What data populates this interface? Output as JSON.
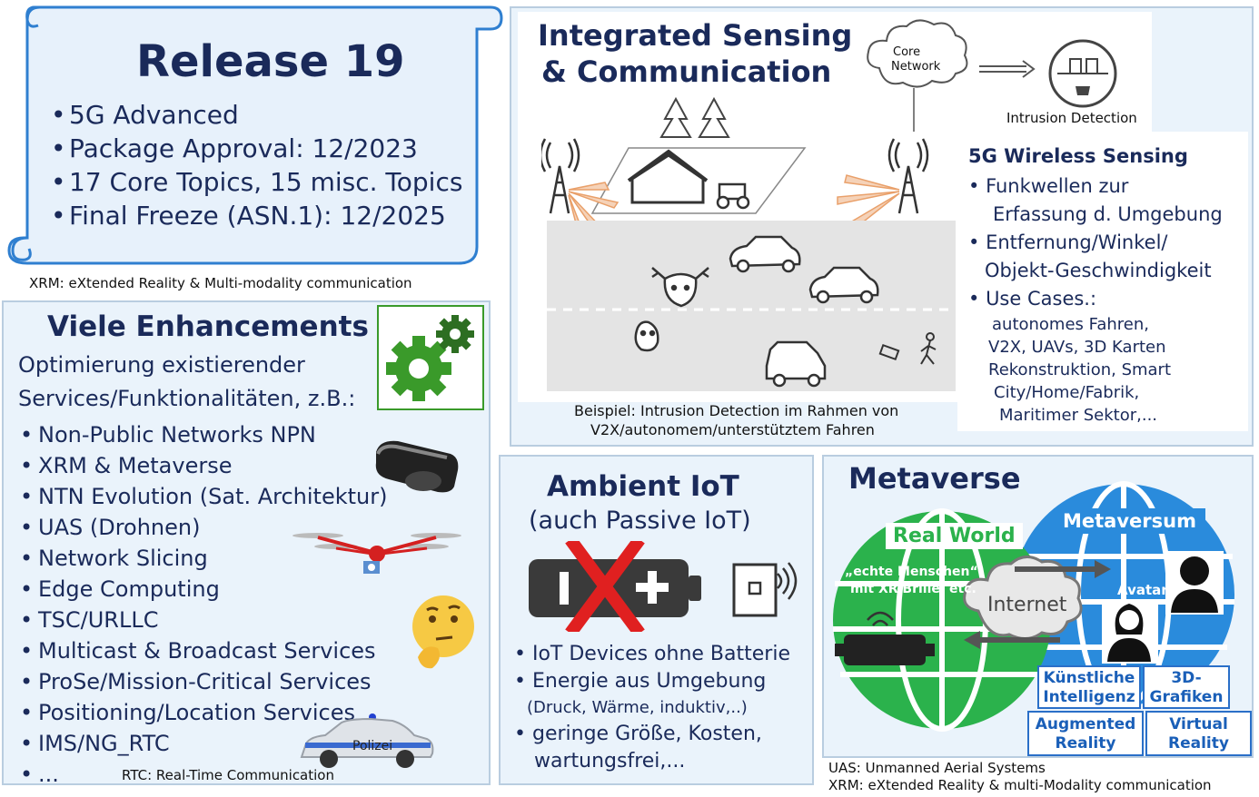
{
  "release": {
    "title": "Release 19",
    "items": [
      "5G Advanced",
      "Package Approval: 12/2023",
      "17 Core Topics, 15 misc. Topics",
      "Final Freeze (ASN.1): 12/2025"
    ]
  },
  "footnote_xrm_top": "XRM: eXtended Reality & Multi-modality communication",
  "enhancements": {
    "title": "Viele Enhancements",
    "subtitle_line1": "Optimierung existierender",
    "subtitle_line2": "Services/Funktionalitäten, z.B.:",
    "items": [
      "Non-Public Networks NPN",
      "XRM & Metaverse",
      "NTN Evolution (Sat. Architektur)",
      "UAS (Drohnen)",
      "Network Slicing",
      "Edge Computing",
      "TSC/URLLC",
      "Multicast & Broadcast Services",
      "ProSe/Mission-Critical Services",
      "Positioning/Location Services",
      "IMS/NG_RTC",
      "..."
    ],
    "police_label": "Polizei",
    "footnote": "RTC: Real-Time Communication"
  },
  "isac": {
    "title_line1": "Integrated Sensing",
    "title_line2": "& Communication",
    "cloud_label_line1": "Core",
    "cloud_label_line2": "Network",
    "intrusion_label": "Intrusion Detection",
    "wireless_title": "5G Wireless Sensing",
    "bullet1_line1": "Funkwellen zur",
    "bullet1_line2": "Erfassung d. Umgebung",
    "bullet2_line1": "Entfernung/Winkel/",
    "bullet2_line2": "Objekt-Geschwindigkeit",
    "bullet3": "Use Cases.:",
    "usecase_lines": [
      "autonomes Fahren,",
      "V2X, UAVs, 3D Karten",
      "Rekonstruktion, Smart",
      "City/Home/Fabrik,",
      "Maritimer Sektor,..."
    ],
    "caption_line1": "Beispiel: Intrusion Detection im Rahmen von",
    "caption_line2": "V2X/autonomem/unterstütztem Fahren"
  },
  "ambient": {
    "title": "Ambient IoT",
    "subtitle": "(auch Passive IoT)",
    "item1": "IoT Devices ohne Batterie",
    "item2": "Energie aus Umgebung",
    "item2_sub": "(Druck, Wärme, induktiv,..)",
    "item3_line1": "geringe Größe, Kosten,",
    "item3_line2": "wartungsfrei,..."
  },
  "metaverse": {
    "title": "Metaverse",
    "real_world": "Real World",
    "metaversum": "Metaversum",
    "humans_line1": "„echte Menschen“",
    "humans_line2": "mit XR Brille, etc.",
    "internet": "Internet",
    "avatare": "Avatare",
    "boxes": [
      {
        "line1": "Künstliche",
        "line2": "Intelligenz"
      },
      {
        "line1": "3D-",
        "line2": "Grafiken"
      },
      {
        "line1": "Augmented",
        "line2": "Reality"
      },
      {
        "line1": "Virtual",
        "line2": "Reality"
      }
    ]
  },
  "footnote_uas": "UAS: Unmanned Aerial Systems",
  "footnote_xrm_bottom": "XRM: eXtended Reality & multi-Modality communication",
  "colors": {
    "navy": "#1a2a5a",
    "panel_bg": "#eaf3fb",
    "scroll_blue": "#2f7fd0",
    "gear_green": "#3a9a2a",
    "globe_green": "#2bb24c",
    "globe_blue": "#2a8bdc",
    "red": "#e02020"
  }
}
